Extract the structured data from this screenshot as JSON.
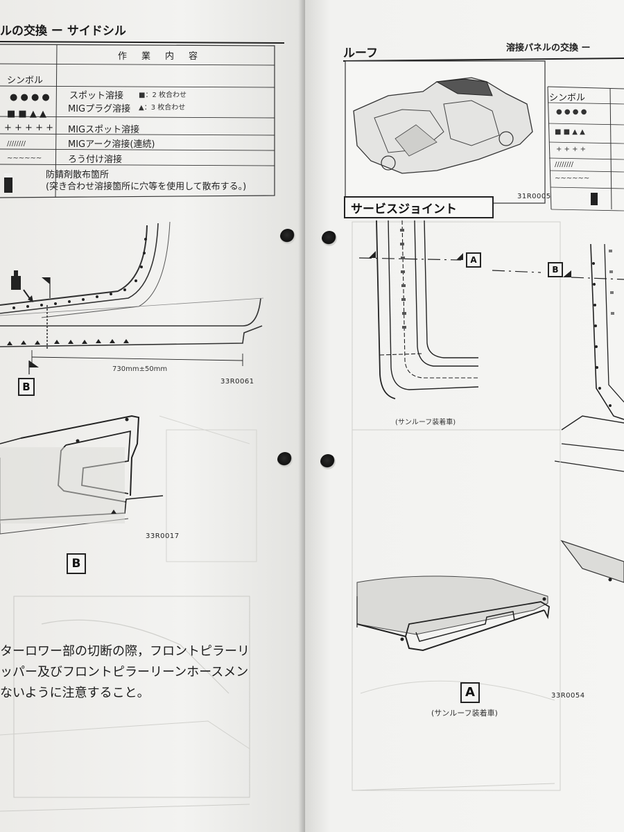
{
  "left_page": {
    "header": "ルの交換 ー サイドシル",
    "table_header": {
      "symbol": "シンボル",
      "content": "作　業　内　容"
    },
    "rows": [
      {
        "symbol": "● ● ● ●",
        "label": "スポット溶接"
      },
      {
        "symbol": "■ ■ ▲ ▲",
        "label": "MIGプラグ溶接",
        "note1": "■：2 枚合わせ",
        "note2": "▲：3 枚合わせ"
      },
      {
        "symbol": "+ + + + +",
        "label": "MIGスポット溶接"
      },
      {
        "symbol": "////////",
        "label": "MIGアーク溶接(連続)"
      },
      {
        "symbol": "~~~~~~",
        "label": "ろう付け溶接"
      },
      {
        "symbol": "rust-spray-icon",
        "label": "防錆剤散布箇所",
        "label2": "(突き合わせ溶接箇所に穴等を使用して散布する。)"
      }
    ],
    "dimension": "730mm±50mm",
    "ref_top": "33R0061",
    "section_label": "B",
    "ref_mid": "33R0017",
    "section_label_2": "B",
    "notes": [
      "ターロワー部の切断の際，フロントピラーリ",
      "ッパー及びフロントピラーリーンホースメン",
      "ないように注意すること。"
    ]
  },
  "right_page": {
    "header_left": "ルーフ",
    "header_right": "溶接パネルの交換 ー",
    "car_ref": "31R0005",
    "table_header": "シンボル",
    "table_symbols": [
      "● ● ● ●",
      "■ ■ ▲ ▲",
      "+ + + +",
      "////////",
      "~~~~~~"
    ],
    "service_joint": "サービスジョイント",
    "label_a": "A",
    "label_b": "B",
    "caption_sunroof": "(サンルーフ装着車)",
    "section_label": "A",
    "caption_sunroof_2": "(サンルーフ装着車)",
    "ref_bottom": "33R0054"
  },
  "colors": {
    "paper": "#f2f2f0",
    "ink": "#222222",
    "shadow": "#8e8e8c"
  }
}
